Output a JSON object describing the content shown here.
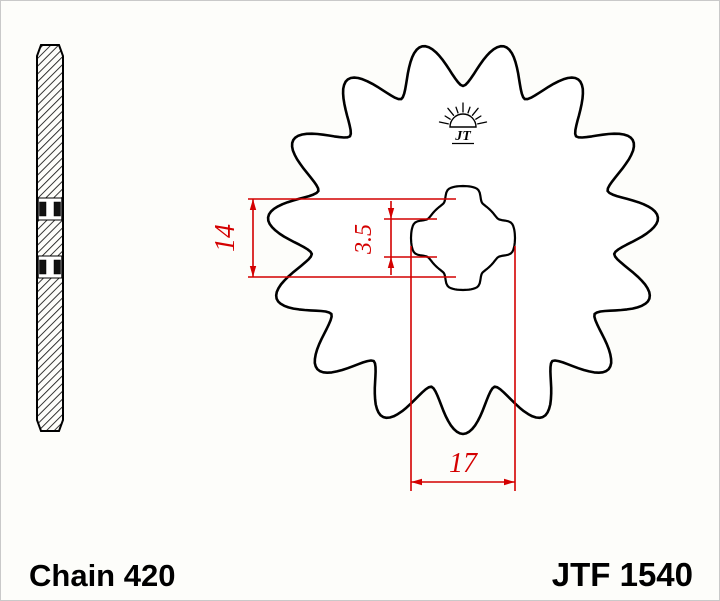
{
  "labels": {
    "chain_size": "Chain 420",
    "part_number": "JTF 1540",
    "logo_text": "JT"
  },
  "dimensions": {
    "bore_height": "14",
    "spline_width": "3.5",
    "bore_width": "17"
  },
  "drawing": {
    "teeth_count": 15,
    "spline_count": 4
  },
  "colors": {
    "line": "#000000",
    "dimension": "#d40000",
    "background": "#fdfdfa"
  }
}
